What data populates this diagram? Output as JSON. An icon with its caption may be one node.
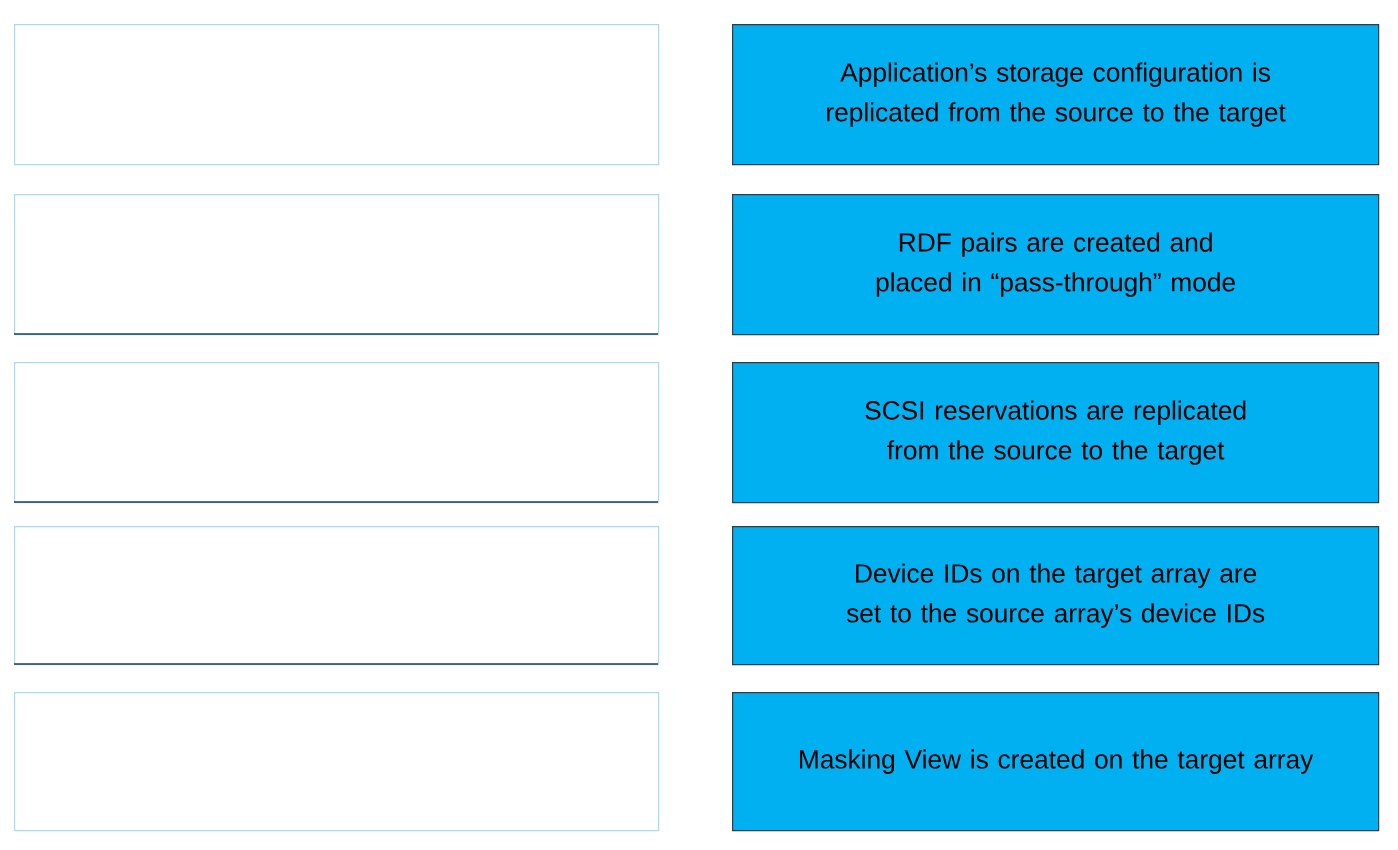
{
  "diagram": {
    "nodes": [
      {
        "text": [],
        "shape": "box"
      },
      {
        "text": [],
        "shape": "box"
      },
      {
        "text": [],
        "shape": "box"
      },
      {
        "text": [],
        "shape": "box"
      },
      {
        "text": [],
        "shape": "box"
      },
      {
        "text": [
          "Application’s storage configuration is replicated from the source to the target"
        ]
      },
      {
        "text": [
          "RDF pairs are created and placed in “pass-through” mode"
        ]
      },
      {
        "text": [
          "SCSI reservations are replicated from the source to the target"
        ]
      },
      {
        "text": [
          "Device IDs on the target array are set to the source array’s device IDs"
        ]
      },
      {
        "text": [
          "Masking View is created on the target array"
        ]
      }
    ]
  }
}
